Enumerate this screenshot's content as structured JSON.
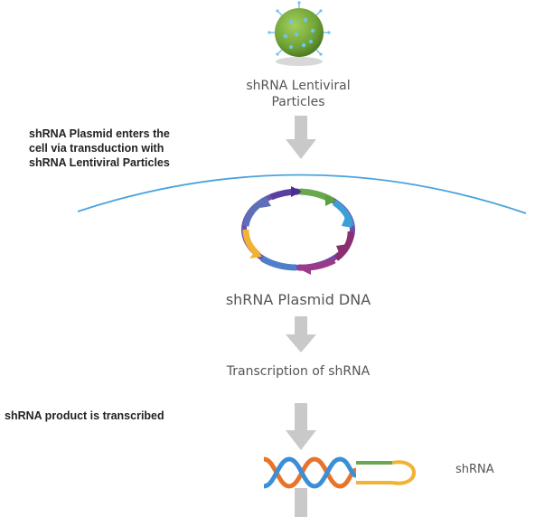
{
  "diagram": {
    "particle_label_line1": "shRNA Lentiviral",
    "particle_label_line2": "Particles",
    "transduction_note_line1": "shRNA Plasmid enters the",
    "transduction_note_line2": "cell via transduction with",
    "transduction_note_line3": "shRNA Lentiviral Particles",
    "plasmid_label": "shRNA Plasmid DNA",
    "transcription_label": "Transcription of shRNA",
    "transcribed_note": "shRNA product is transcribed",
    "shrna_label": "shRNA"
  },
  "colors": {
    "particle_fill": "#7cad3a",
    "particle_dots": "#6ec3ee",
    "membrane": "#4aa3dd",
    "arrow": "#c9c9c9",
    "text_gray": "#555555",
    "text_dark": "#222222"
  },
  "icons": [
    "lentiviral-particle-icon",
    "plasmid-ring-icon",
    "shrna-hairpin-icon",
    "down-arrow-icon",
    "cell-membrane-arc"
  ]
}
